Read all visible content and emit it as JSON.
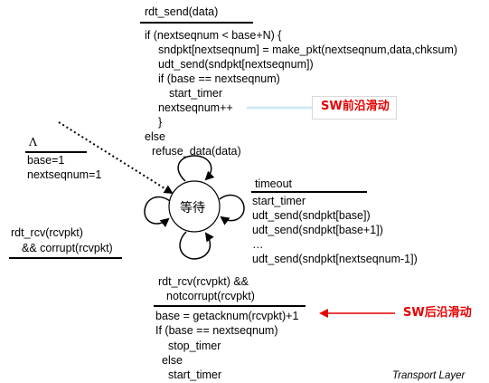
{
  "send_block": {
    "event": "rdt_send(data)",
    "lines": [
      "if (nextseqnum < base+N) {",
      "sndpkt[nextseqnum] = make_pkt(nextseqnum,data,chksum)",
      "udt_send(sndpkt[nextseqnum])",
      "if (base == nextseqnum)",
      "start_timer",
      "nextseqnum++",
      "}",
      "else",
      "refuse_data(data)"
    ]
  },
  "callouts": {
    "front": "SW前沿滑动",
    "back": "SW后沿滑动"
  },
  "init_block": {
    "event": "Λ",
    "lines": [
      "base=1",
      "nextseqnum=1"
    ]
  },
  "state": {
    "label": "等待"
  },
  "corrupt_block": {
    "event_line1": "rdt_rcv(rcvpkt)",
    "event_line2": "&& corrupt(rcvpkt)"
  },
  "timeout_block": {
    "event": "timeout",
    "lines": [
      "start_timer",
      "udt_send(sndpkt[base])",
      "udt_send(sndpkt[base+1])",
      "…",
      "udt_send(sndpkt[nextseqnum-1])"
    ]
  },
  "ack_block": {
    "event_line1": "rdt_rcv(rcvpkt) &&",
    "event_line2": "notcorrupt(rcvpkt)",
    "lines": [
      "base = getacknum(rcvpkt)+1",
      "If (base == nextseqnum)",
      "stop_timer",
      "else",
      "start_timer"
    ]
  },
  "footer": "Transport Layer",
  "colors": {
    "callout_text": "#e60000",
    "front_line": "#cfe8f5",
    "back_arrow": "#e60000"
  }
}
